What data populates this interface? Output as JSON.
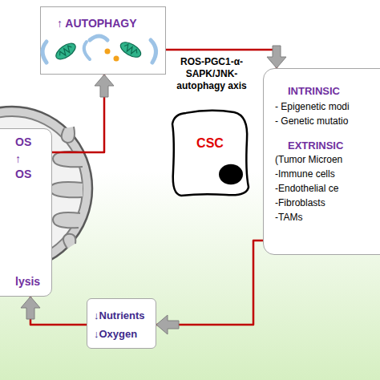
{
  "diagram": {
    "nodes": [
      {
        "text": [
          "↑ AUTOPHAGY"
        ]
      },
      {
        "text": [
          "INTRINSIC",
          "- Epigenetic modi",
          "- Genetic mutatio",
          "EXTRINSIC",
          "(Tumor Microen",
          "-Immune cells",
          "-Endothelial ce",
          "-Fibroblasts",
          "-TAMs"
        ]
      },
      {
        "text": [
          "CSC"
        ]
      },
      {
        "text": [
          "OS",
          "↑",
          "OS",
          "lysis"
        ]
      },
      {
        "text": [
          "↓Nutrients",
          "↓Oxygen"
        ]
      }
    ],
    "edges": [
      {
        "from": 3,
        "to": 0,
        "arrow": "to"
      },
      {
        "from": 0,
        "to": 1,
        "arrow": "to"
      },
      {
        "from": 1,
        "to": 4,
        "arrow": "to"
      },
      {
        "from": 4,
        "to": 3,
        "arrow": "to"
      }
    ],
    "labels": [
      "ROS-PGC1-α-SAPK/JNK-autophagy axis"
    ]
  }
}
